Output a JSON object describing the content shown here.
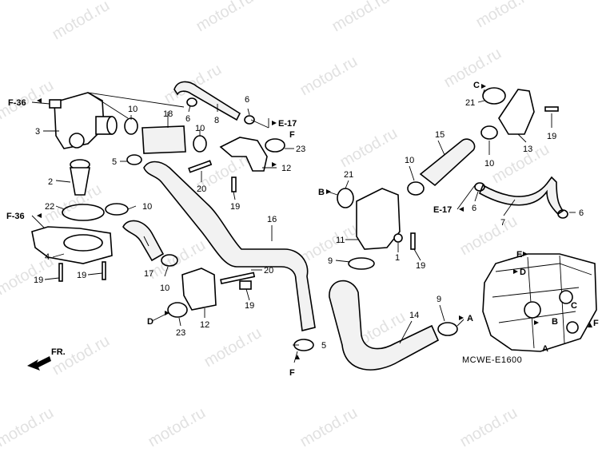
{
  "watermark": "motod.ru",
  "diagram_code": "MCWE-E1600",
  "direction_label": "FR.",
  "callouts": [
    {
      "id": "F-36",
      "kind": "ref"
    },
    {
      "id": "E-17",
      "kind": "ref"
    },
    {
      "id": "3",
      "kind": "num"
    },
    {
      "id": "2",
      "kind": "num"
    },
    {
      "id": "22",
      "kind": "num"
    },
    {
      "id": "4",
      "kind": "num"
    },
    {
      "id": "19",
      "kind": "num"
    },
    {
      "id": "10",
      "kind": "num"
    },
    {
      "id": "5",
      "kind": "num"
    },
    {
      "id": "18",
      "kind": "num"
    },
    {
      "id": "6",
      "kind": "num"
    },
    {
      "id": "8",
      "kind": "num"
    },
    {
      "id": "12",
      "kind": "num"
    },
    {
      "id": "23",
      "kind": "num"
    },
    {
      "id": "20",
      "kind": "num"
    },
    {
      "id": "16",
      "kind": "num"
    },
    {
      "id": "17",
      "kind": "num"
    },
    {
      "id": "21",
      "kind": "num"
    },
    {
      "id": "11",
      "kind": "num"
    },
    {
      "id": "1",
      "kind": "num"
    },
    {
      "id": "9",
      "kind": "num"
    },
    {
      "id": "14",
      "kind": "num"
    },
    {
      "id": "15",
      "kind": "num"
    },
    {
      "id": "13",
      "kind": "num"
    },
    {
      "id": "7",
      "kind": "num"
    },
    {
      "id": "A",
      "kind": "ref"
    },
    {
      "id": "B",
      "kind": "ref"
    },
    {
      "id": "C",
      "kind": "ref"
    },
    {
      "id": "D",
      "kind": "ref"
    },
    {
      "id": "E",
      "kind": "ref"
    },
    {
      "id": "F",
      "kind": "ref"
    }
  ]
}
